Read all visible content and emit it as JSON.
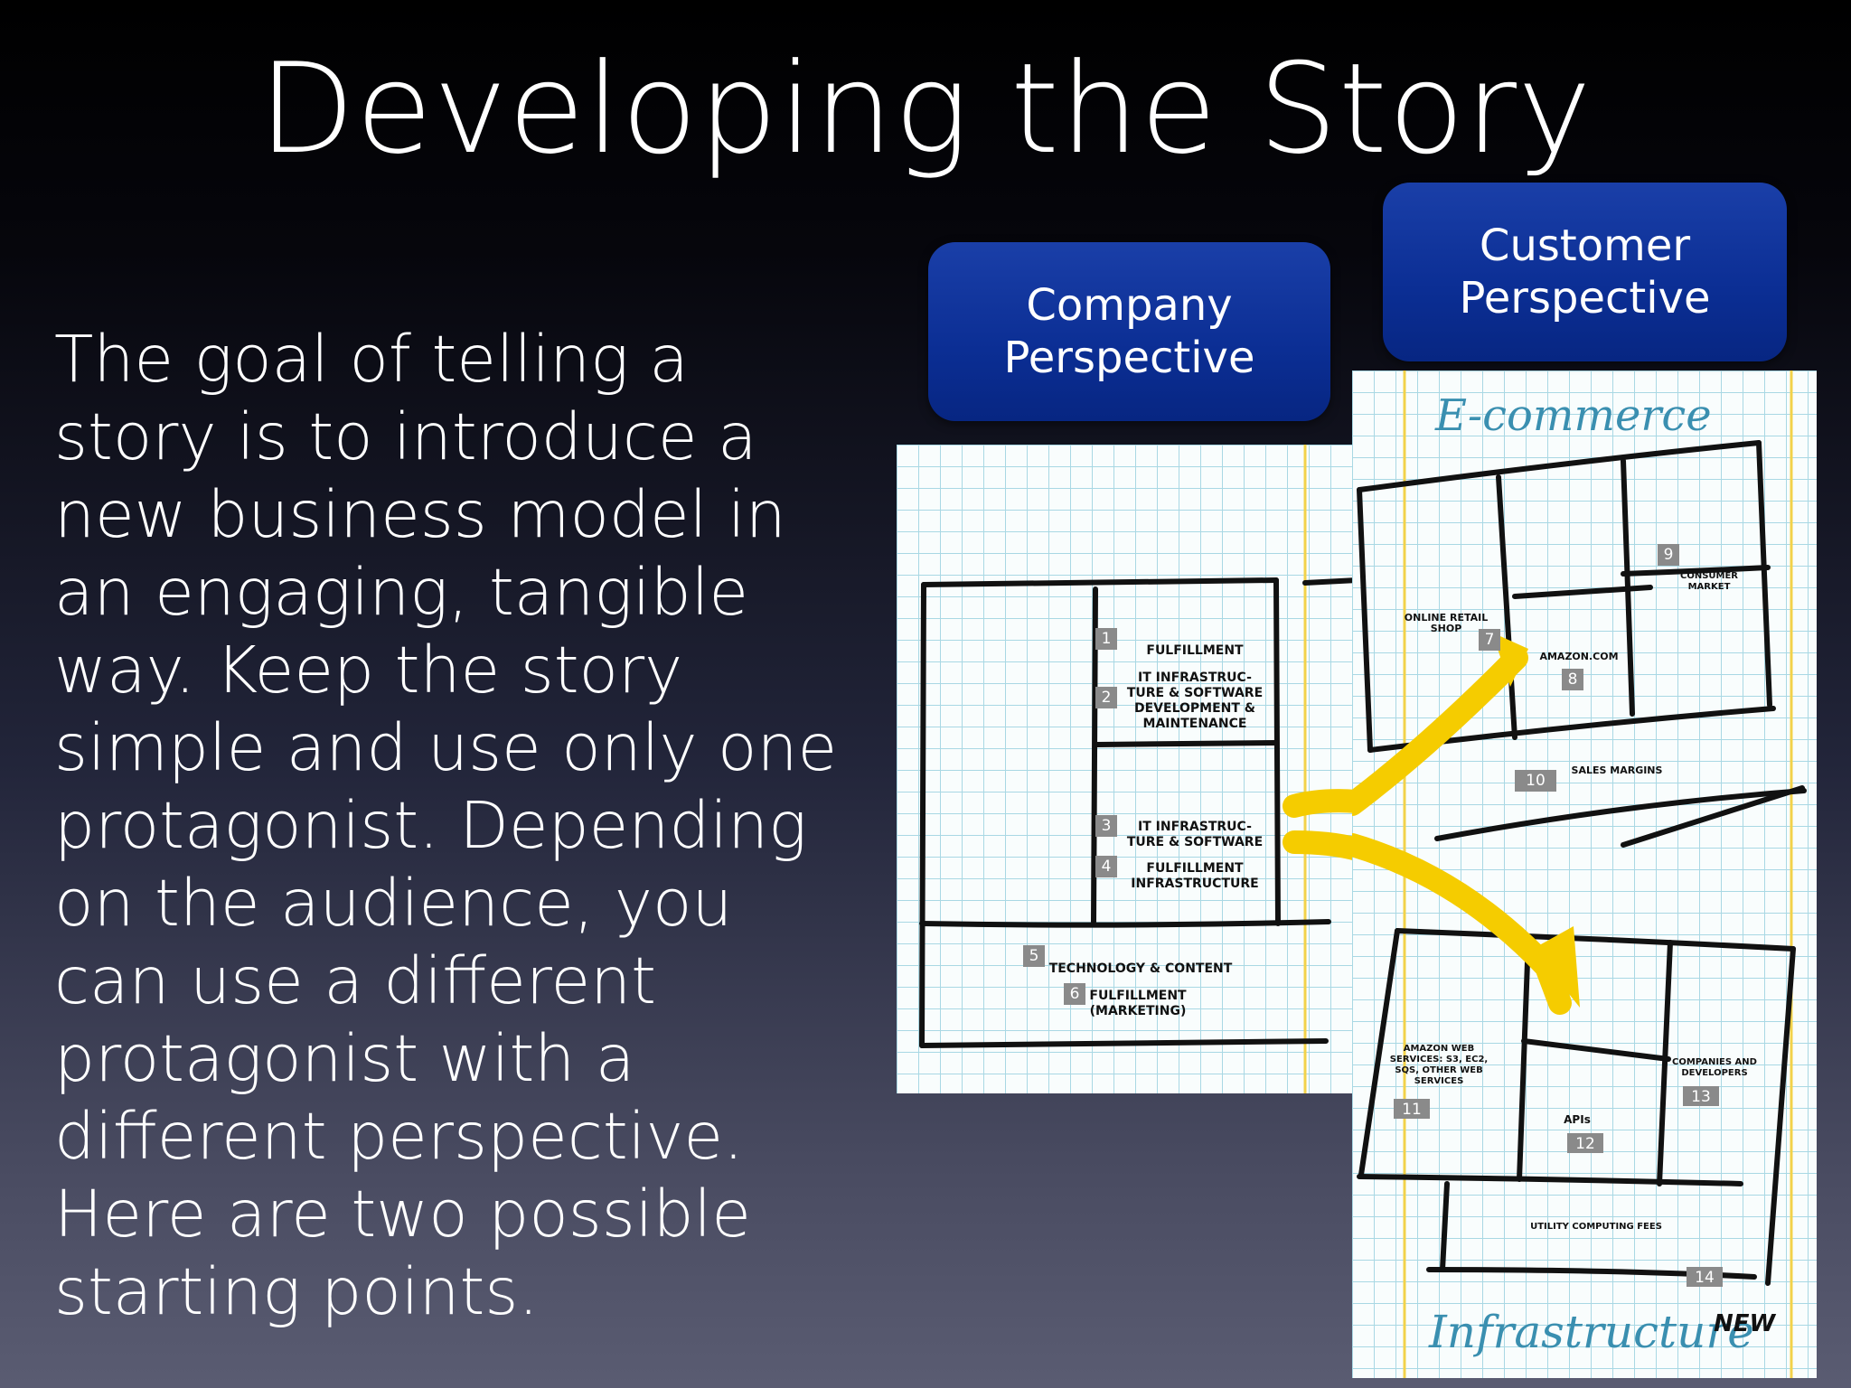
{
  "slide": {
    "title": "Developing the Story",
    "body": "The goal of telling a story is to introduce a new business model in an engaging, tangible way. Keep the story simple and use only one protagonist. Depending on the audience, you can use a different protagonist with a different perspective. Here are two possible starting points."
  },
  "pills": {
    "company": "Company Perspective",
    "customer": "Customer Perspective"
  },
  "company_sheet": {
    "items": [
      {
        "num": "1",
        "label": "FULFILLMENT"
      },
      {
        "num": "2",
        "label": "IT INFRASTRUC- TURE & SOFTWARE DEVELOPMENT & MAINTENANCE"
      },
      {
        "num": "3",
        "label": "IT INFRASTRUC- TURE & SOFTWARE"
      },
      {
        "num": "4",
        "label": "FULFILLMENT INFRASTRUCTURE"
      },
      {
        "num": "5",
        "label": "TECHNOLOGY & CONTENT"
      },
      {
        "num": "6",
        "label": "FULFILLMENT (MARKETING)"
      }
    ]
  },
  "customer_sheet": {
    "heading_top": "E-commerce",
    "heading_bottom": "Infrastructure",
    "new_tag": "NEW",
    "items": [
      {
        "num": "7",
        "label": "ONLINE RETAIL SHOP"
      },
      {
        "num": "8",
        "label": "AMAZON.COM"
      },
      {
        "num": "9",
        "label": "CONSUMER MARKET"
      },
      {
        "num": "10",
        "label": "SALES MARGINS"
      },
      {
        "num": "11",
        "label": "AMAZON WEB SERVICES: S3, EC2, SQS, OTHER WEB SERVICES"
      },
      {
        "num": "12",
        "label": "APIs"
      },
      {
        "num": "13",
        "label": "COMPANIES AND DEVELOPERS"
      },
      {
        "num": "14",
        "label": "UTILITY COMPUTING FEES"
      }
    ]
  },
  "colors": {
    "pill_blue": "#0b2e94",
    "arrow_yellow": "#f5cc00",
    "grid_line": "#a9d8e4",
    "margin_line": "#f2d24a"
  }
}
